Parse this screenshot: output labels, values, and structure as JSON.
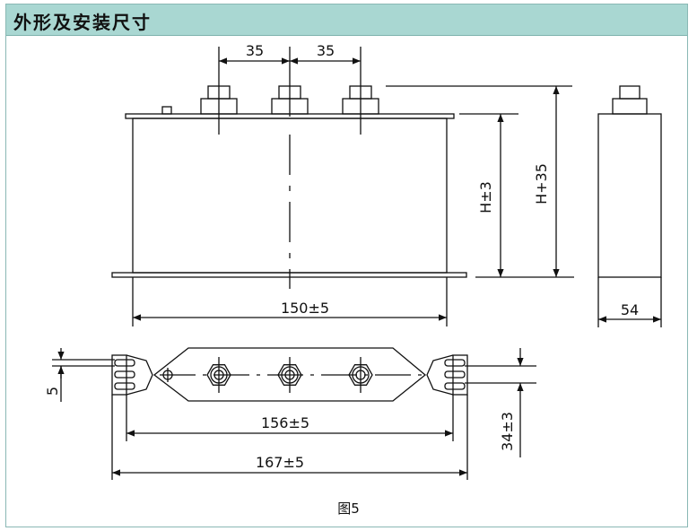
{
  "header": {
    "title": "外形及安装尺寸"
  },
  "dimensions": {
    "terminal_pitch_left": "35",
    "terminal_pitch_right": "35",
    "height": "H±3",
    "height_total": "H+35",
    "width": "150±5",
    "depth": "54",
    "slot_width": "5",
    "mount_inner": "156±5",
    "mount_outer": "167±5",
    "mount_depth": "34±3"
  },
  "caption": {
    "text": "图5"
  },
  "colors": {
    "header_bg": "#a9d7d2",
    "line": "#111111",
    "border": "#8ab8b4"
  }
}
